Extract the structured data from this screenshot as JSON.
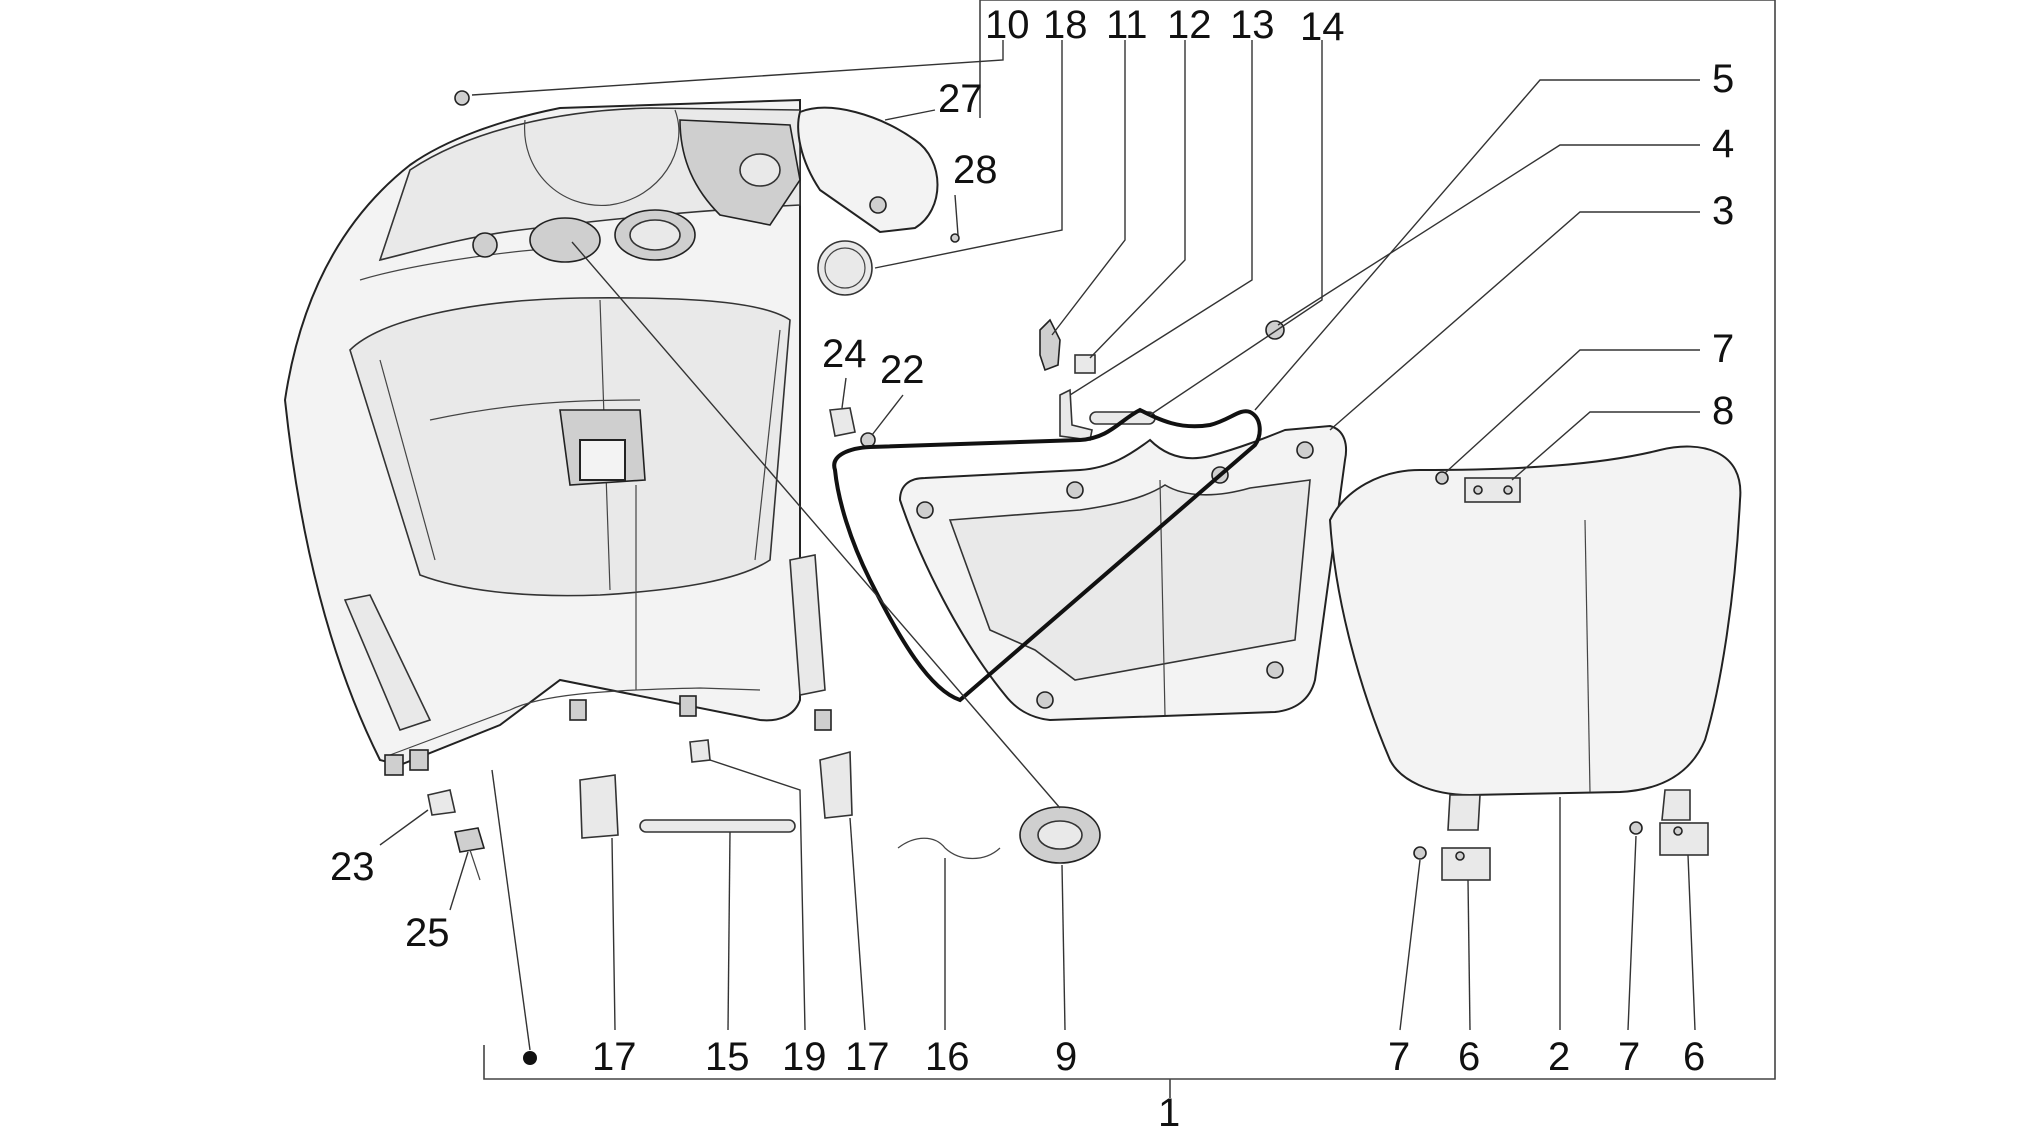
{
  "diagram": {
    "callouts": [
      {
        "id": "c10",
        "label": "10"
      },
      {
        "id": "c18",
        "label": "18"
      },
      {
        "id": "c11",
        "label": "11"
      },
      {
        "id": "c12",
        "label": "12"
      },
      {
        "id": "c13",
        "label": "13"
      },
      {
        "id": "c14",
        "label": "14"
      },
      {
        "id": "c5",
        "label": "5"
      },
      {
        "id": "c4",
        "label": "4"
      },
      {
        "id": "c3",
        "label": "3"
      },
      {
        "id": "c7a",
        "label": "7"
      },
      {
        "id": "c8",
        "label": "8"
      },
      {
        "id": "c27",
        "label": "27"
      },
      {
        "id": "c28",
        "label": "28"
      },
      {
        "id": "c24",
        "label": "24"
      },
      {
        "id": "c22",
        "label": "22"
      },
      {
        "id": "c23",
        "label": "23"
      },
      {
        "id": "c25",
        "label": "25"
      },
      {
        "id": "c17a",
        "label": "17"
      },
      {
        "id": "c15",
        "label": "15"
      },
      {
        "id": "c19",
        "label": "19"
      },
      {
        "id": "c17b",
        "label": "17"
      },
      {
        "id": "c16",
        "label": "16"
      },
      {
        "id": "c9",
        "label": "9"
      },
      {
        "id": "c7b",
        "label": "7"
      },
      {
        "id": "c6a",
        "label": "6"
      },
      {
        "id": "c2",
        "label": "2"
      },
      {
        "id": "c7c",
        "label": "7"
      },
      {
        "id": "c6b",
        "label": "6"
      },
      {
        "id": "c1",
        "label": "1"
      }
    ]
  }
}
